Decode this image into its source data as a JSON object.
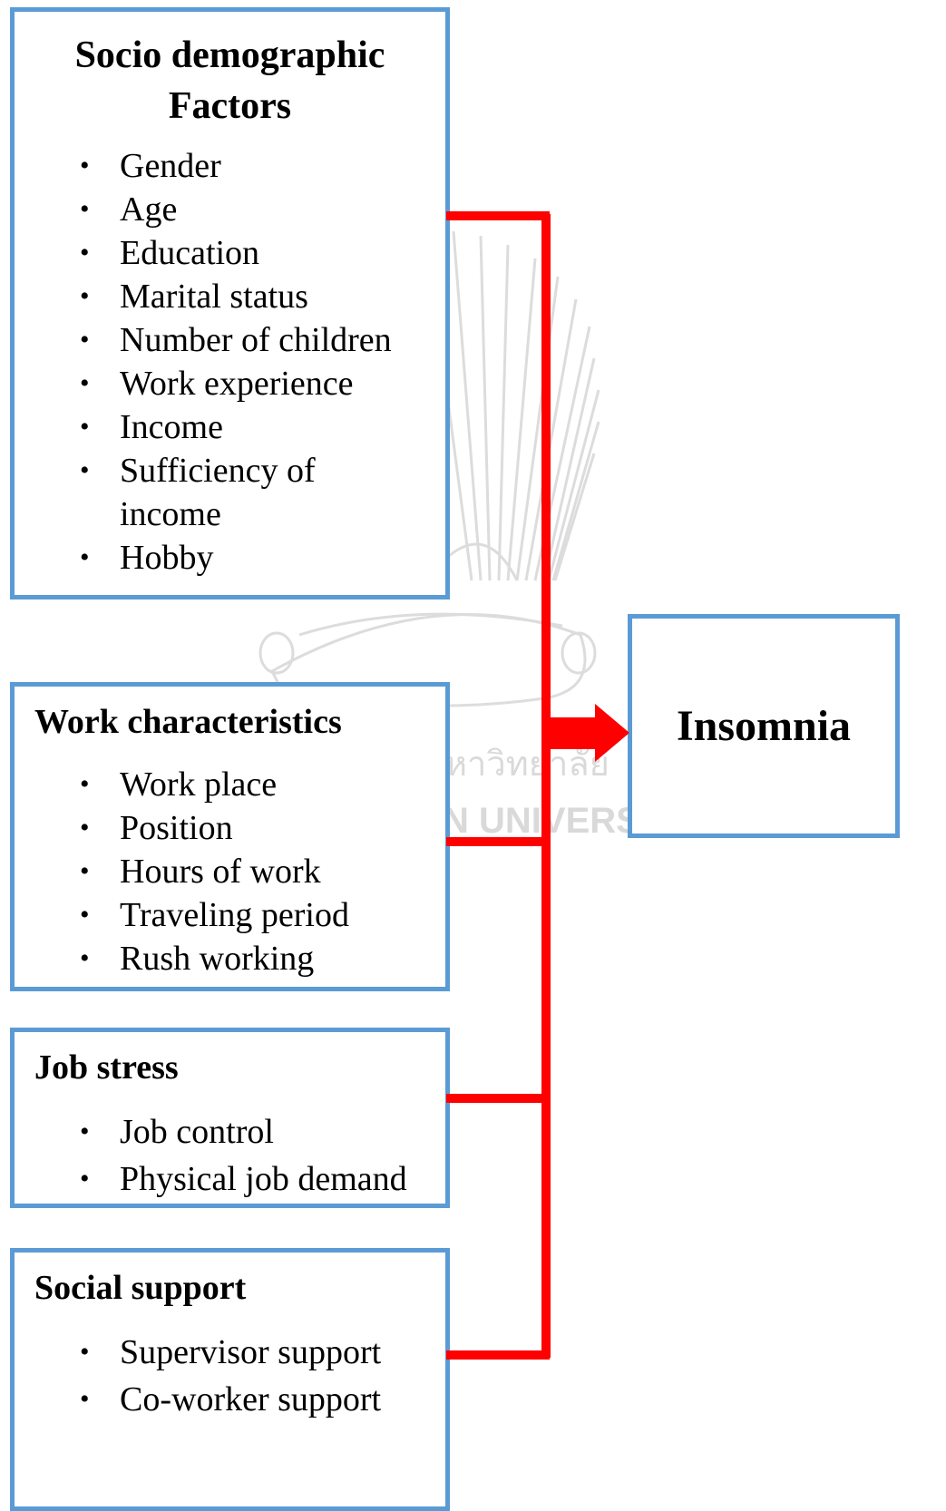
{
  "factors": [
    {
      "title": "Socio demographic Factors",
      "items": [
        "Gender",
        "Age",
        "Education",
        "Marital status",
        "Number of children",
        "Work experience",
        "Income",
        "Sufficiency of income",
        "Hobby"
      ]
    },
    {
      "title": "Work characteristics",
      "items": [
        "Work place",
        "Position",
        "Hours of work",
        "Traveling period",
        "Rush working"
      ]
    },
    {
      "title": "Job stress",
      "items": [
        "Job control",
        "Physical job demand"
      ]
    },
    {
      "title": "Social support",
      "items": [
        "Supervisor support",
        "Co-worker support"
      ]
    }
  ],
  "outcome": {
    "label": "Insomnia"
  },
  "colors": {
    "box_border": "#5b9bd5",
    "connector": "#ff0000",
    "watermark": "#d9d9d9"
  },
  "watermark": {
    "text_thai": "หาวิทยาลัย",
    "text_latin": "N UNIVERSITY"
  }
}
